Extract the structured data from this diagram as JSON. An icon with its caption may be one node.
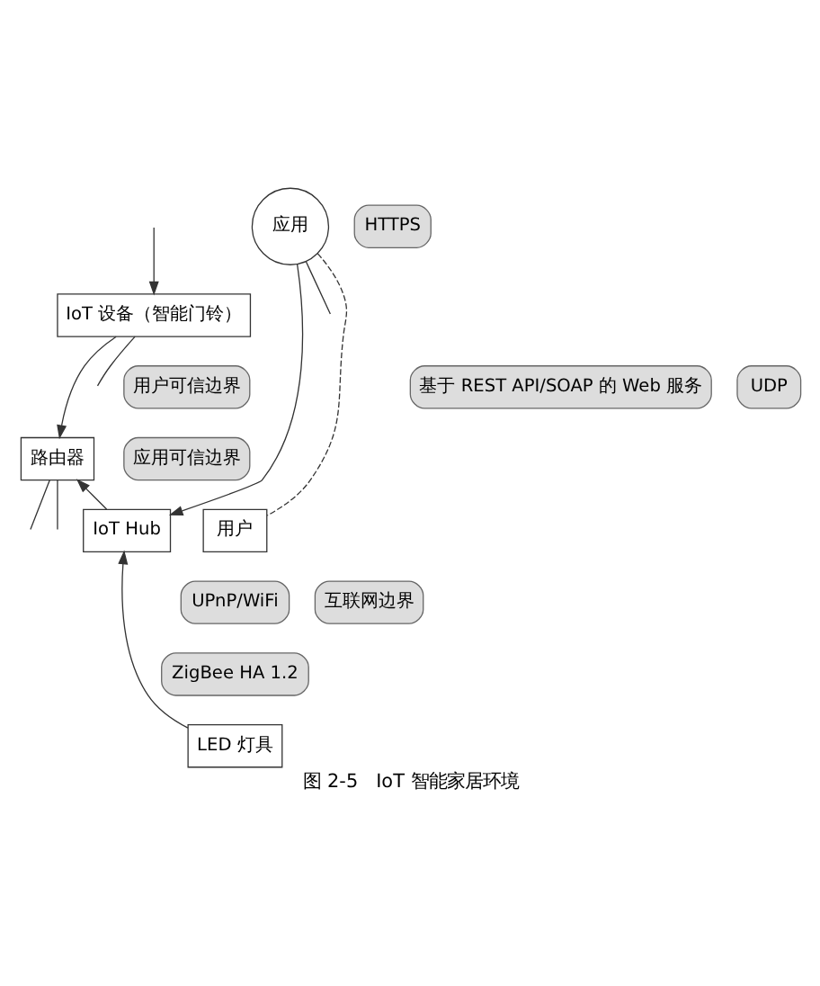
{
  "diagram": {
    "caption": "图 2-5　IoT 智能家居环境",
    "nodes": [
      {
        "text": [
          "应用"
        ]
      },
      {
        "text": [
          "IoT 设备（智能门铃）"
        ]
      },
      {
        "text": [
          "路由器"
        ]
      },
      {
        "text": [
          "IoT Hub"
        ]
      },
      {
        "text": [
          "用户"
        ]
      },
      {
        "text": [
          "LED 灯具"
        ]
      }
    ],
    "edges": [
      {
        "from": 0,
        "to": null,
        "arrow": "none"
      },
      {
        "from": 0,
        "to": 3,
        "arrow": "to"
      },
      {
        "from": 1,
        "to": null,
        "arrow": "none"
      },
      {
        "from": null,
        "to": 1,
        "arrow": "to"
      },
      {
        "from": 1,
        "to": 2,
        "arrow": "to"
      },
      {
        "from": 2,
        "to": null,
        "arrow": "none"
      },
      {
        "from": 2,
        "to": null,
        "arrow": "none"
      },
      {
        "from": 3,
        "to": 2,
        "arrow": "to"
      },
      {
        "from": 5,
        "to": 3,
        "arrow": "to"
      },
      {
        "from": 0,
        "to": 4,
        "arrow": "none",
        "style": "dashed"
      }
    ],
    "labels": [
      "HTTPS",
      "用户可信边界",
      "基于 REST API/SOAP 的 Web 服务",
      "UDP",
      "应用可信边界",
      "UPnP/WiFi",
      "互联网边界",
      "ZigBee HA 1.2"
    ]
  }
}
